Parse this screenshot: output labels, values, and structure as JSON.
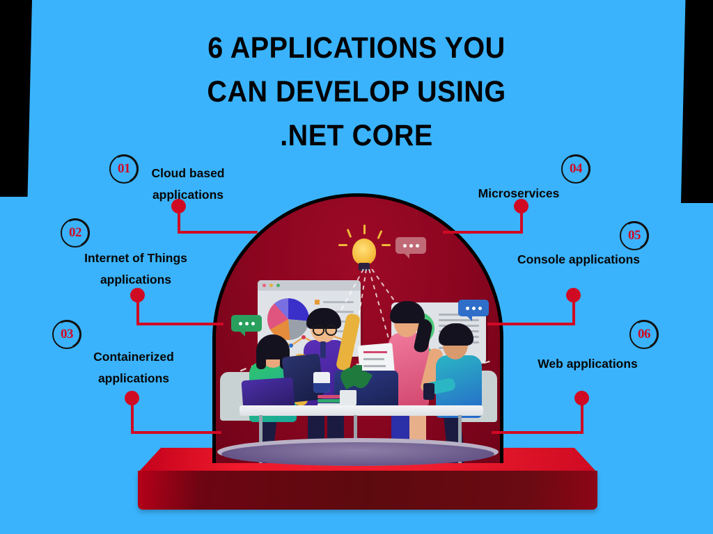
{
  "meta": {
    "background_color": "#3AB3FC",
    "accent_red": "#D10A24",
    "arch_color": "#8B0520",
    "text_color": "#060606",
    "band_color": "#000000"
  },
  "title": {
    "line1": "6 APPLICATIONS YOU",
    "line2": "CAN DEVELOP USING",
    "line3": ".NET CORE"
  },
  "callouts": [
    {
      "number": "01",
      "label": "Cloud based\napplications"
    },
    {
      "number": "02",
      "label": "Internet of Things\napplications"
    },
    {
      "number": "03",
      "label": "Containerized\napplications"
    },
    {
      "number": "04",
      "label": "Microservices"
    },
    {
      "number": "05",
      "label": "Console applications"
    },
    {
      "number": "06",
      "label": "Web applications"
    }
  ],
  "illustration": {
    "scene_name": "team-collaboration-illustration",
    "elements": [
      "browser-window-pie-chart",
      "line-chart",
      "donut-chart-panel",
      "speech-bubble-green",
      "speech-bubble-rose",
      "speech-bubble-blue",
      "lightbulb-idea",
      "clipboard-checklist",
      "laptop",
      "tablet",
      "potted-plant",
      "stack-of-books",
      "coffee-mug",
      "office-chairs",
      "conference-table",
      "person-seated-left",
      "person-standing-presenter",
      "person-standing-woman",
      "person-seated-right"
    ]
  }
}
